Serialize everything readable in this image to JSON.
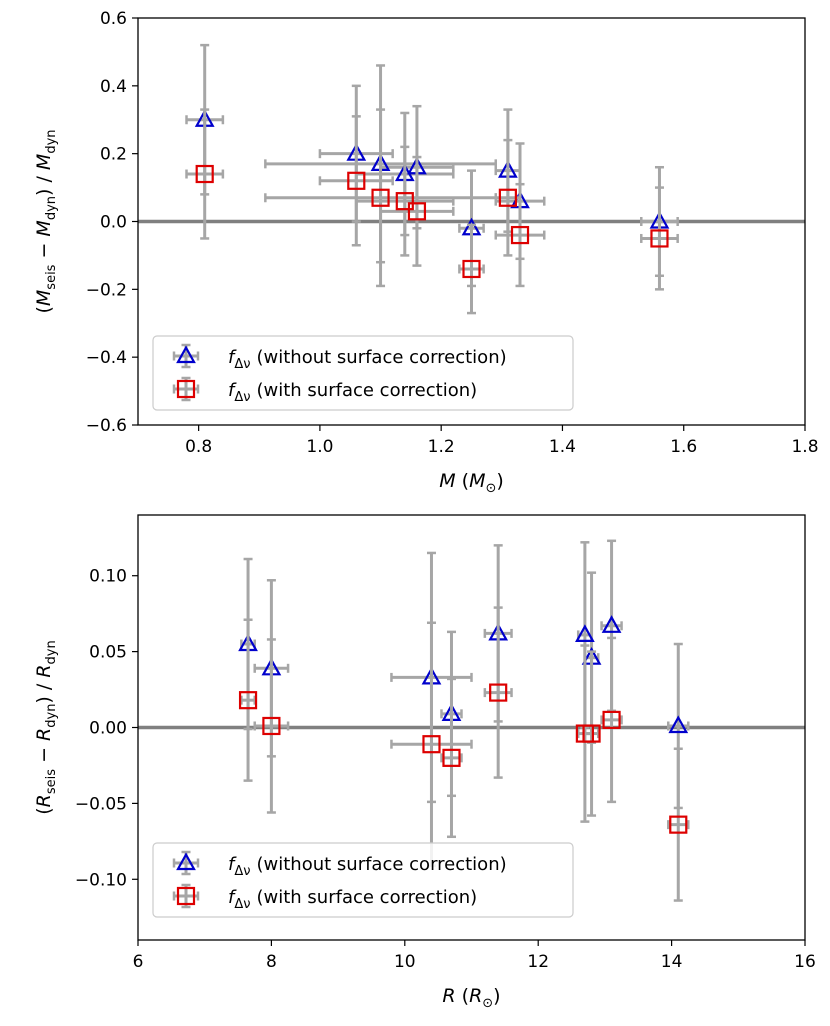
{
  "chart_data": [
    {
      "type": "scatter",
      "title": "",
      "xlabel": "M (M⊙)",
      "ylabel": "(Mseis − Mdyn) / Mdyn",
      "xlim": [
        0.7,
        1.8
      ],
      "ylim": [
        -0.6,
        0.6
      ],
      "x_ticks": [
        "0.8",
        "1.0",
        "1.2",
        "1.4",
        "1.6",
        "1.8"
      ],
      "y_ticks": [
        "−0.6",
        "−0.4",
        "−0.2",
        "0.0",
        "0.2",
        "0.4",
        "0.6"
      ],
      "reference_line": 0,
      "grid": false,
      "legend_position": "lower-left",
      "series": [
        {
          "name": "fΔν (without surface correction)",
          "marker": "triangle",
          "color": "#0000cc",
          "points": [
            {
              "x": 0.81,
              "y": 0.3,
              "xerr": 0.03,
              "yerr": 0.22
            },
            {
              "x": 1.06,
              "y": 0.2,
              "xerr": 0.06,
              "yerr": 0.2
            },
            {
              "x": 1.1,
              "y": 0.17,
              "xerr": 0.19,
              "yerr": 0.29
            },
            {
              "x": 1.14,
              "y": 0.14,
              "xerr": 0.08,
              "yerr": 0.18
            },
            {
              "x": 1.16,
              "y": 0.16,
              "xerr": 0.06,
              "yerr": 0.18
            },
            {
              "x": 1.25,
              "y": -0.02,
              "xerr": 0.02,
              "yerr": 0.17
            },
            {
              "x": 1.31,
              "y": 0.15,
              "xerr": 0.02,
              "yerr": 0.18
            },
            {
              "x": 1.33,
              "y": 0.06,
              "xerr": 0.04,
              "yerr": 0.17
            },
            {
              "x": 1.56,
              "y": 0.0,
              "xerr": 0.03,
              "yerr": 0.16
            }
          ]
        },
        {
          "name": "fΔν (with surface correction)",
          "marker": "square",
          "color": "#dd0000",
          "points": [
            {
              "x": 0.81,
              "y": 0.14,
              "xerr": 0.03,
              "yerr": 0.19
            },
            {
              "x": 1.06,
              "y": 0.12,
              "xerr": 0.06,
              "yerr": 0.19
            },
            {
              "x": 1.1,
              "y": 0.07,
              "xerr": 0.19,
              "yerr": 0.26
            },
            {
              "x": 1.14,
              "y": 0.06,
              "xerr": 0.08,
              "yerr": 0.16
            },
            {
              "x": 1.16,
              "y": 0.03,
              "xerr": 0.06,
              "yerr": 0.16
            },
            {
              "x": 1.25,
              "y": -0.14,
              "xerr": 0.02,
              "yerr": 0.13
            },
            {
              "x": 1.31,
              "y": 0.07,
              "xerr": 0.02,
              "yerr": 0.17
            },
            {
              "x": 1.33,
              "y": -0.04,
              "xerr": 0.04,
              "yerr": 0.15
            },
            {
              "x": 1.56,
              "y": -0.05,
              "xerr": 0.03,
              "yerr": 0.15
            }
          ]
        }
      ]
    },
    {
      "type": "scatter",
      "title": "",
      "xlabel": "R (R⊙)",
      "ylabel": "(Rseis − Rdyn) / Rdyn",
      "xlim": [
        6,
        16
      ],
      "ylim": [
        -0.14,
        0.14
      ],
      "x_ticks": [
        "6",
        "8",
        "10",
        "12",
        "14",
        "16"
      ],
      "y_ticks": [
        "−0.10",
        "−0.05",
        "0.00",
        "0.05",
        "0.10"
      ],
      "reference_line": 0,
      "grid": false,
      "legend_position": "lower-left",
      "series": [
        {
          "name": "fΔν (without surface correction)",
          "marker": "triangle",
          "color": "#0000cc",
          "points": [
            {
              "x": 7.65,
              "y": 0.055,
              "xerr": 0.1,
              "yerr": 0.056
            },
            {
              "x": 8.0,
              "y": 0.039,
              "xerr": 0.25,
              "yerr": 0.058
            },
            {
              "x": 10.4,
              "y": 0.033,
              "xerr": 0.6,
              "yerr": 0.082
            },
            {
              "x": 10.7,
              "y": 0.009,
              "xerr": 0.15,
              "yerr": 0.054
            },
            {
              "x": 11.4,
              "y": 0.062,
              "xerr": 0.2,
              "yerr": 0.058
            },
            {
              "x": 12.7,
              "y": 0.061,
              "xerr": 0.1,
              "yerr": 0.061
            },
            {
              "x": 12.8,
              "y": 0.046,
              "xerr": 0.1,
              "yerr": 0.056
            },
            {
              "x": 13.1,
              "y": 0.067,
              "xerr": 0.15,
              "yerr": 0.056
            },
            {
              "x": 14.1,
              "y": 0.001,
              "xerr": 0.15,
              "yerr": 0.054
            }
          ]
        },
        {
          "name": "fΔν (with surface correction)",
          "marker": "square",
          "color": "#dd0000",
          "points": [
            {
              "x": 7.65,
              "y": 0.018,
              "xerr": 0.1,
              "yerr": 0.053
            },
            {
              "x": 8.0,
              "y": 0.001,
              "xerr": 0.25,
              "yerr": 0.057
            },
            {
              "x": 10.4,
              "y": -0.011,
              "xerr": 0.6,
              "yerr": 0.08
            },
            {
              "x": 10.7,
              "y": -0.02,
              "xerr": 0.15,
              "yerr": 0.052
            },
            {
              "x": 11.4,
              "y": 0.023,
              "xerr": 0.2,
              "yerr": 0.056
            },
            {
              "x": 12.7,
              "y": -0.004,
              "xerr": 0.1,
              "yerr": 0.058
            },
            {
              "x": 12.8,
              "y": -0.004,
              "xerr": 0.1,
              "yerr": 0.054
            },
            {
              "x": 13.1,
              "y": 0.005,
              "xerr": 0.15,
              "yerr": 0.054
            },
            {
              "x": 14.1,
              "y": -0.064,
              "xerr": 0.15,
              "yerr": 0.05
            }
          ]
        }
      ]
    }
  ]
}
